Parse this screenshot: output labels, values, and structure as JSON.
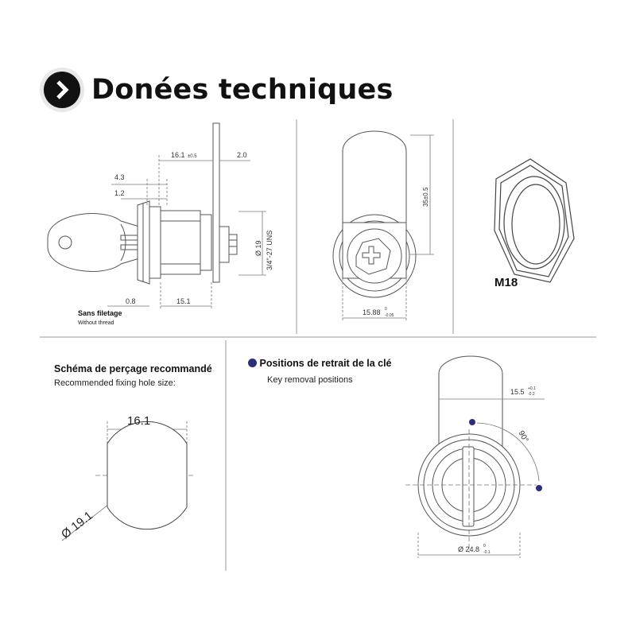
{
  "page": {
    "title": "Donées techniques",
    "title_icon": "chevron-right-icon"
  },
  "drawing_side": {
    "dim_top": "16.1",
    "dim_top_tol": "±0.5",
    "dim_flange": "2.0",
    "dim_43": "4.3",
    "dim_12": "1.2",
    "dim_dia": "Ø 19",
    "dim_thread": "3/4\"-27 UNS",
    "dim_08": "0.8",
    "dim_151": "15.1",
    "note_fr": "Sans filetage",
    "note_en": "Without thread"
  },
  "drawing_front": {
    "dim_height": "35±0.5",
    "dim_width": "15.88",
    "dim_width_tol_top": "0",
    "dim_width_tol_bot": "-0.05"
  },
  "drawing_nut": {
    "label": "M18"
  },
  "drilling": {
    "heading": "Schéma de perçage recommandé",
    "subheading": "Recommended fixing hole size:",
    "dim_width": "16.1",
    "dim_dia": "Ø 19.1"
  },
  "key_positions": {
    "heading": "Positions de retrait de la clé",
    "subheading": "Key removal positions",
    "dim_cam": "15.5",
    "dim_cam_tol_top": "+0.1",
    "dim_cam_tol_bot": "-0.2",
    "dim_angle": "90°",
    "dim_dia": "Ø 24.8",
    "dim_dia_tol_top": "0",
    "dim_dia_tol_bot": "-0.1"
  },
  "colors": {
    "accent_dot": "#2b2f7a",
    "line": "#555555"
  }
}
